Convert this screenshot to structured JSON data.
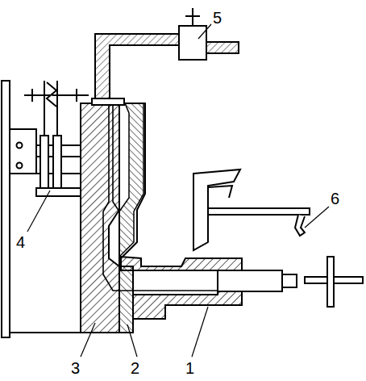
{
  "diagram": {
    "labels": [
      "5",
      "6",
      "4",
      "3",
      "2",
      "1"
    ]
  }
}
